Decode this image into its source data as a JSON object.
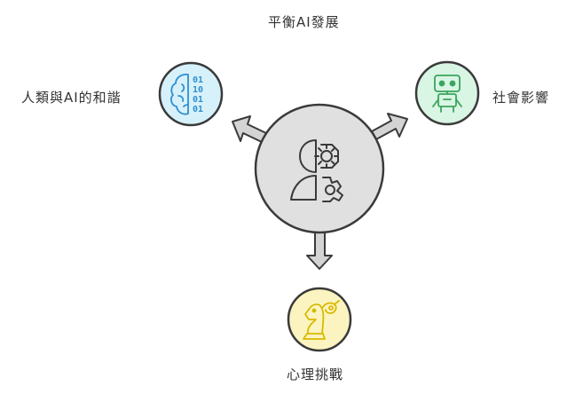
{
  "diagram": {
    "title": "平衡AI發展",
    "nodes": {
      "left": {
        "label": "人類與AI的和諧",
        "icon": "brain-binary-icon",
        "fill": "#d7f1fb"
      },
      "right": {
        "label": "社會影響",
        "icon": "robot-icon",
        "fill": "#d9f5e4"
      },
      "bottom": {
        "label": "心理挑戰",
        "icon": "chess-knight-robot-icon",
        "fill": "#fcf4c0"
      },
      "center": {
        "icon": "head-gears-icon",
        "fill": "#e0e0e0"
      }
    },
    "colors": {
      "stroke": "#3a3a3a",
      "arrow_fill": "#d4d4d4",
      "brain_icon": "#2f8fd0",
      "robot_icon": "#3aa55c",
      "chess_icon": "#d8b900"
    }
  }
}
